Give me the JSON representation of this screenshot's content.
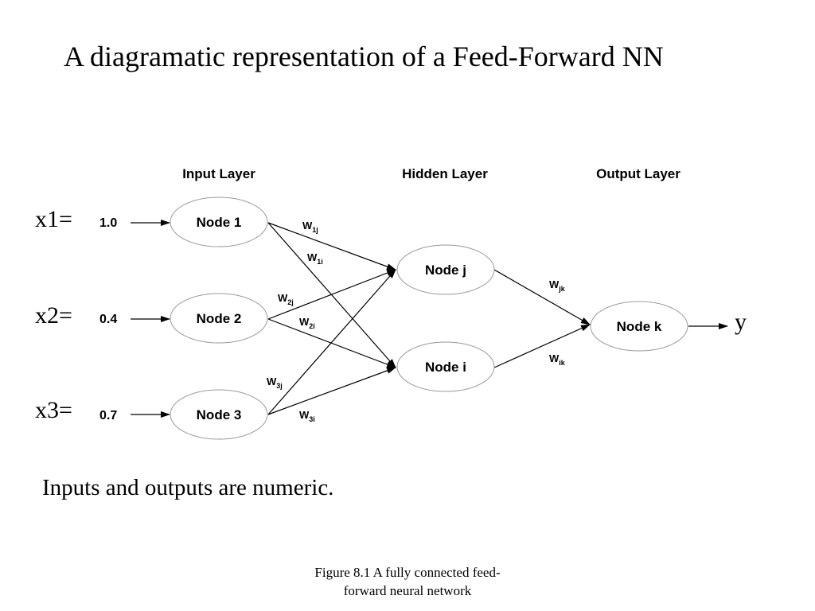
{
  "title": "A diagramatic representation of a Feed-Forward NN",
  "layers": {
    "input": "Input Layer",
    "hidden": "Hidden Layer",
    "output": "Output Layer"
  },
  "inputs": [
    {
      "label": "x1=",
      "value": "1.0"
    },
    {
      "label": "x2=",
      "value": "0.4"
    },
    {
      "label": "x3=",
      "value": "0.7"
    }
  ],
  "nodes": {
    "n1": "Node 1",
    "n2": "Node 2",
    "n3": "Node 3",
    "nj": "Node j",
    "ni": "Node i",
    "nk": "Node k"
  },
  "weights": {
    "w1j": {
      "base": "W",
      "sub": "1j"
    },
    "w1i": {
      "base": "W",
      "sub": "1i"
    },
    "w2j": {
      "base": "W",
      "sub": "2j"
    },
    "w2i": {
      "base": "W",
      "sub": "2i"
    },
    "w3j": {
      "base": "W",
      "sub": "3j"
    },
    "w3i": {
      "base": "W",
      "sub": "3i"
    },
    "wjk": {
      "base": "W",
      "sub": "jk"
    },
    "wik": {
      "base": "W",
      "sub": "ik"
    }
  },
  "output_label": "y",
  "note": "Inputs and outputs are numeric.",
  "caption": {
    "line1": "Figure 8.1 A fully connected feed-",
    "line2": "forward neural network"
  }
}
